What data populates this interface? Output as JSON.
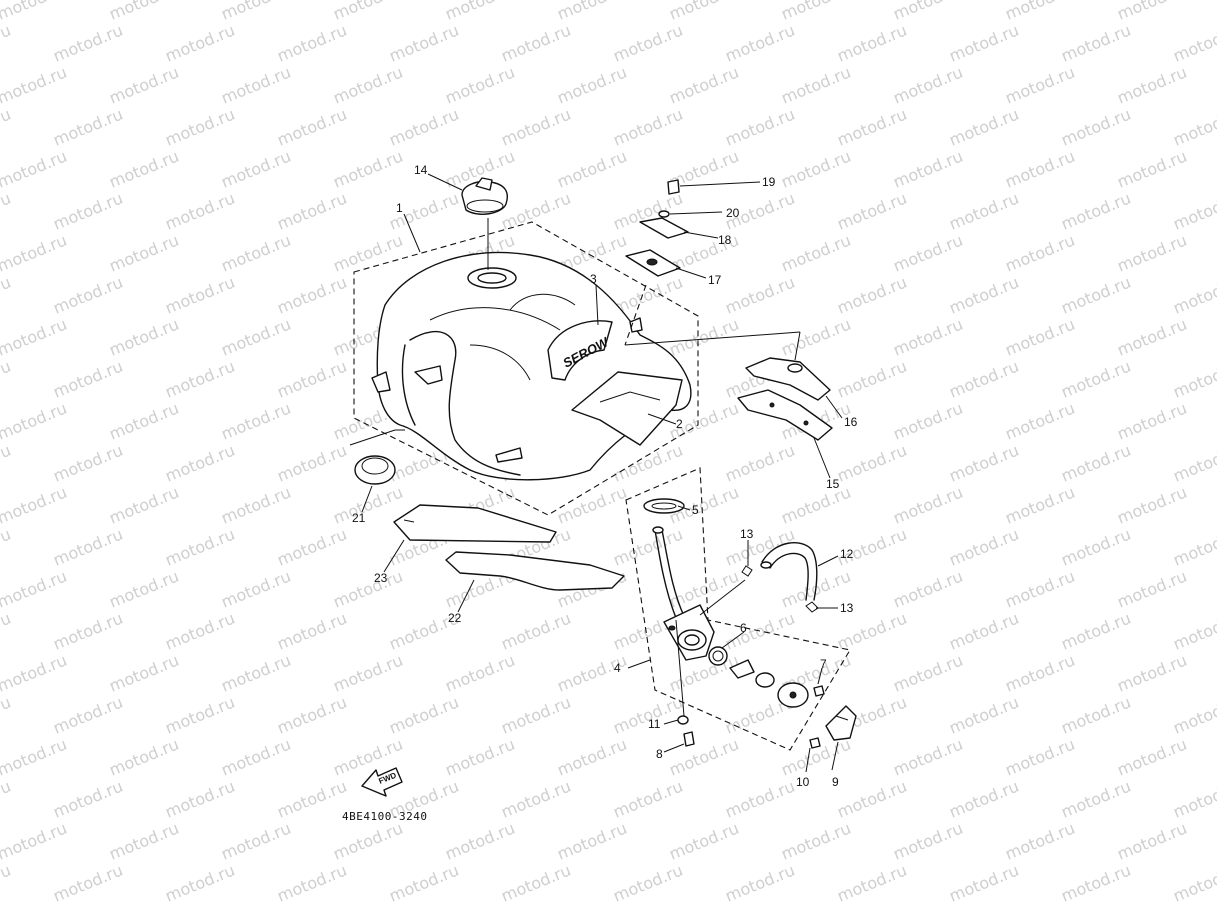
{
  "watermark": {
    "text": "motod.ru"
  },
  "diagram": {
    "code": "4BE4100-3240",
    "fwd_label": "FWD",
    "tank_logo": "SEROW"
  },
  "callouts": [
    {
      "id": "c1",
      "label": "1"
    },
    {
      "id": "c2",
      "label": "2"
    },
    {
      "id": "c3",
      "label": "3"
    },
    {
      "id": "c4",
      "label": "4"
    },
    {
      "id": "c5",
      "label": "5"
    },
    {
      "id": "c6",
      "label": "6"
    },
    {
      "id": "c7",
      "label": "7"
    },
    {
      "id": "c8",
      "label": "8"
    },
    {
      "id": "c9",
      "label": "9"
    },
    {
      "id": "c10",
      "label": "10"
    },
    {
      "id": "c11",
      "label": "11"
    },
    {
      "id": "c12",
      "label": "12"
    },
    {
      "id": "c13a",
      "label": "13"
    },
    {
      "id": "c13b",
      "label": "13"
    },
    {
      "id": "c14",
      "label": "14"
    },
    {
      "id": "c15",
      "label": "15"
    },
    {
      "id": "c16",
      "label": "16"
    },
    {
      "id": "c17",
      "label": "17"
    },
    {
      "id": "c18",
      "label": "18"
    },
    {
      "id": "c19",
      "label": "19"
    },
    {
      "id": "c20",
      "label": "20"
    },
    {
      "id": "c21",
      "label": "21"
    },
    {
      "id": "c22",
      "label": "22"
    },
    {
      "id": "c23",
      "label": "23"
    }
  ]
}
